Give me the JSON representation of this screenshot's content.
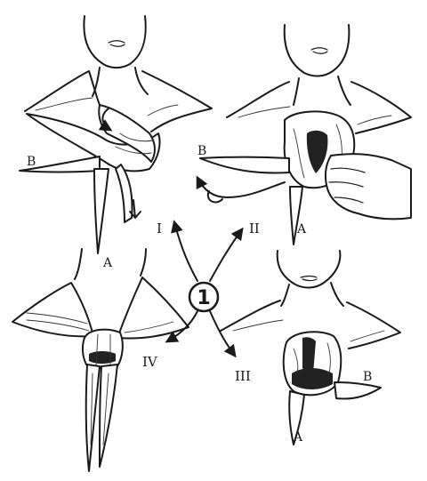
{
  "center_step": "1",
  "steps": {
    "s1": "I",
    "s2": "II",
    "s3": "III",
    "s4": "IV"
  },
  "ends": {
    "a": "A",
    "b": "B"
  }
}
